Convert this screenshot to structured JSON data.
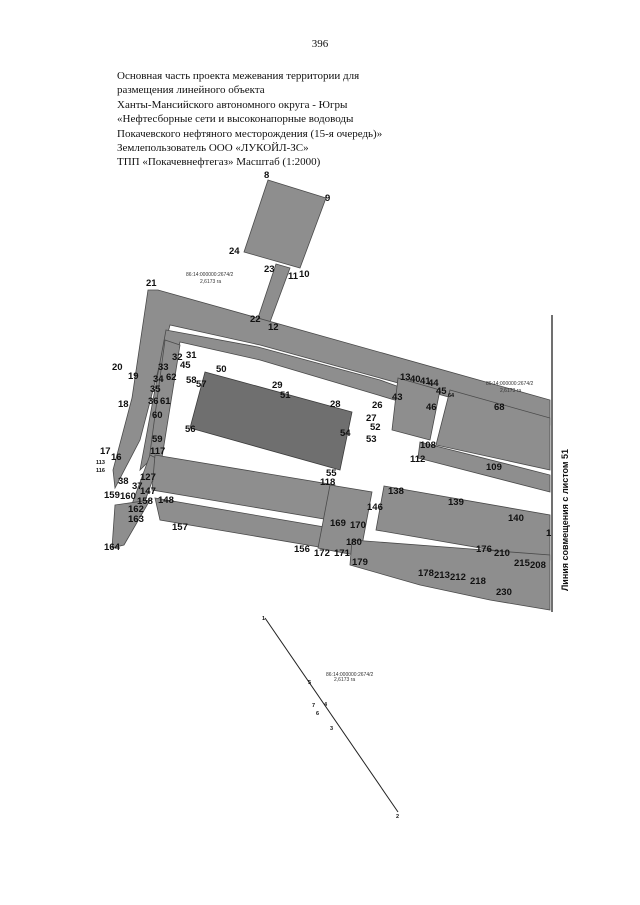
{
  "page_number": "396",
  "caption": {
    "lines": [
      "Основная часть проекта межевания территории для",
      "размещения линейного объекта",
      "Ханты-Мансийского автономного округа - Югры",
      "«Нефтесборные сети и высоконапорные водоводы",
      "Покачевского нефтяного месторождения (15-я очередь)»",
      "Землепользователь ООО «ЛУКОЙЛ-ЗС»",
      "ТПП «Покачевнефтегаз» Масштаб (1:2000)"
    ]
  },
  "drawing": {
    "side_label": "Линия совмещения с листом 51",
    "cadastral": {
      "block_a": "86:14:000000:2674/2",
      "block_b": "86:14:000000:2674/2",
      "block_c": "86:14:000000:2674/2",
      "area_a": "2,6173 га",
      "area_b": "2,6173 га",
      "area_c": "2,6173 га"
    },
    "points": {
      "p8": "8",
      "p9": "9",
      "p24": "24",
      "p23": "23",
      "p11": "11",
      "p10": "10",
      "p21": "21",
      "p22": "22",
      "p12": "12",
      "p20": "20",
      "p19": "19",
      "p18": "18",
      "p32": "32",
      "p31": "31",
      "p45": "45",
      "p33": "33",
      "p34": "34",
      "p62": "62",
      "p35": "35",
      "p36": "36",
      "p61": "61",
      "p58": "58",
      "p57": "57",
      "p50": "50",
      "p29": "29",
      "p51": "51",
      "p28": "28",
      "p60": "60",
      "p56": "56",
      "p59": "59",
      "p117": "117",
      "p17": "17",
      "p16": "16",
      "p113": "113",
      "p116": "116",
      "p38": "38",
      "p37": "37",
      "p127": "127",
      "p147": "147",
      "p159": "159",
      "p160": "160",
      "p158": "158",
      "p148": "148",
      "p162": "162",
      "p163": "163",
      "p157": "157",
      "p164": "164",
      "p13": "13",
      "p40": "40",
      "p41": "41",
      "p44": "44",
      "p43": "43",
      "p45b": "45",
      "p46": "46",
      "p64": "64",
      "p68": "68",
      "p26": "26",
      "p27": "27",
      "p52": "52",
      "p53": "53",
      "p54": "54",
      "p108": "108",
      "p112": "112",
      "p109": "109",
      "p55": "55",
      "p118": "118",
      "p138": "138",
      "p139": "139",
      "p146": "146",
      "p140": "140",
      "p1": "1",
      "p169": "169",
      "p170": "170",
      "p180": "180",
      "p156": "156",
      "p172": "172",
      "p171": "171",
      "p179": "179",
      "p178": "178",
      "p213": "213",
      "p212": "212",
      "p176": "176",
      "p210": "210",
      "p218": "218",
      "p230": "230",
      "p215": "215",
      "p208": "208"
    },
    "line_points": {
      "l1": "1",
      "l2": "2",
      "l3": "3",
      "l4": "4",
      "l5": "5",
      "l6": "6",
      "l7": "7"
    }
  }
}
